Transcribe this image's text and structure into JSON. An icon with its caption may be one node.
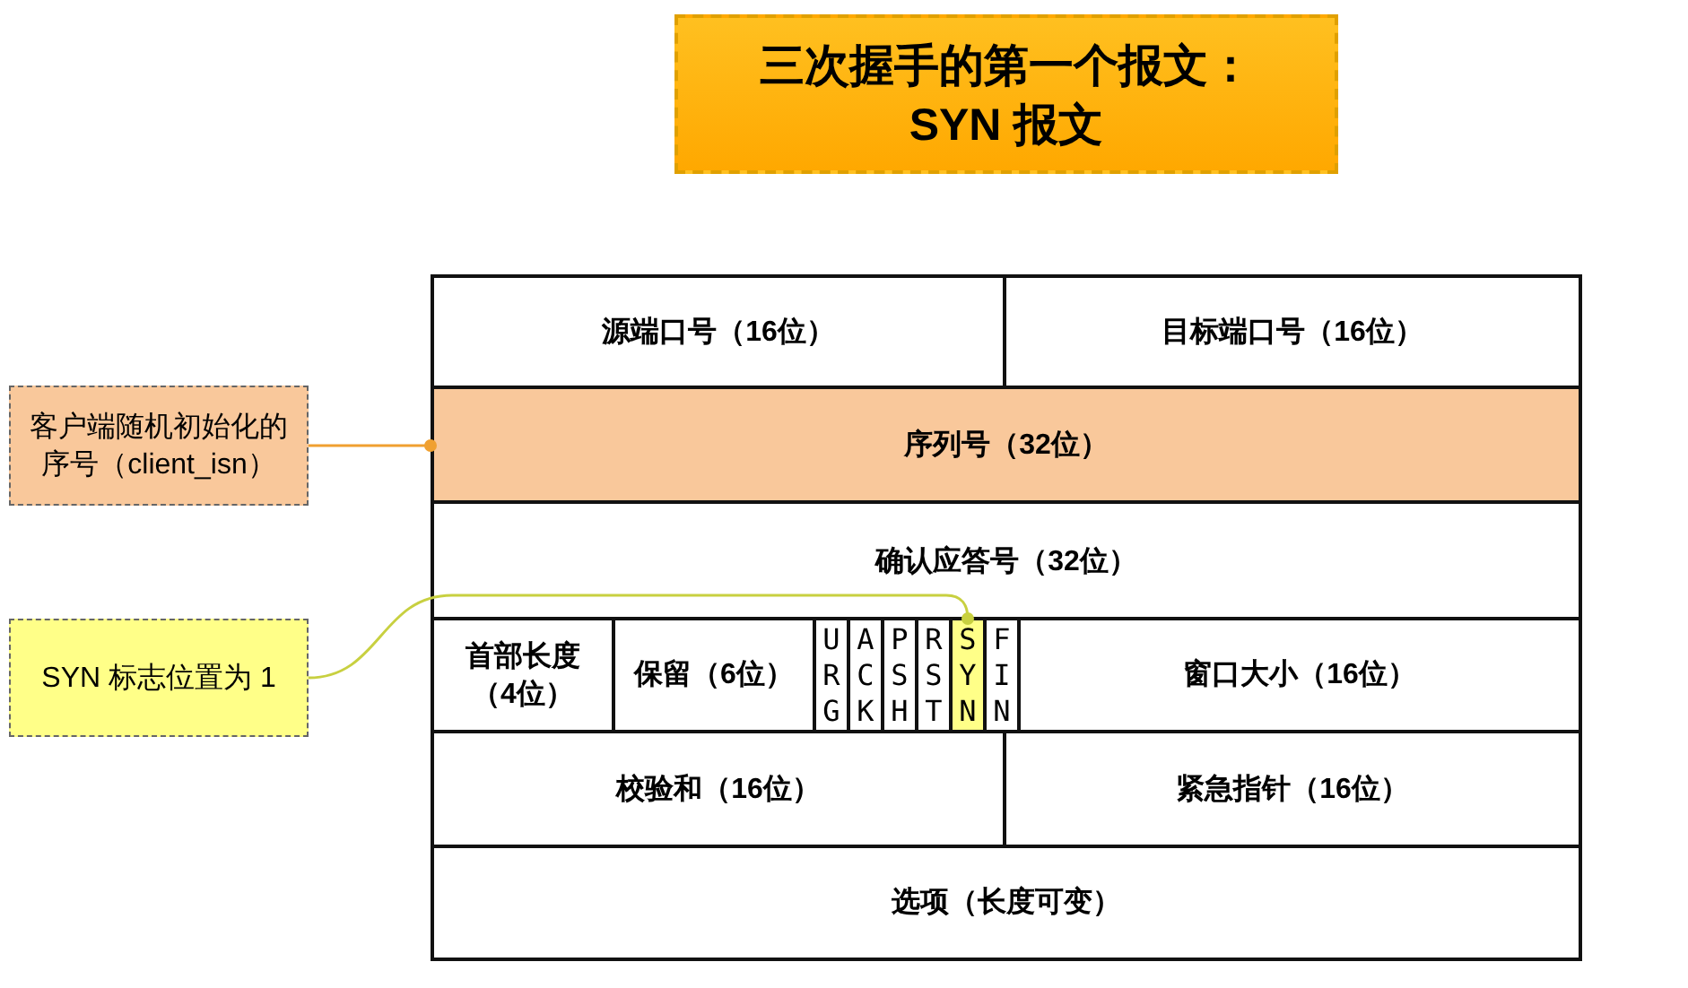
{
  "diagram": {
    "title": "三次握手的第一个报文：SYN 报文",
    "nodes": [
      {
        "text": [
          "客户端随机初始化的序号（client_isn）"
        ]
      },
      {
        "text": [
          "SYN 标志位置为 1"
        ]
      },
      {
        "text": [
          "源端口号（16位）"
        ]
      },
      {
        "text": [
          "目标端口号（16位）"
        ]
      },
      {
        "text": [
          "序列号（32位）"
        ]
      },
      {
        "text": [
          "确认应答号（32位）"
        ]
      },
      {
        "text": [
          "首部长度（4位）"
        ]
      },
      {
        "text": [
          "保留（6位）"
        ]
      },
      {
        "text": [
          "URG"
        ]
      },
      {
        "text": [
          "ACK"
        ]
      },
      {
        "text": [
          "PSH"
        ]
      },
      {
        "text": [
          "RST"
        ]
      },
      {
        "text": [
          "SYN"
        ]
      },
      {
        "text": [
          "FIN"
        ]
      },
      {
        "text": [
          "窗口大小（16位）"
        ]
      },
      {
        "text": [
          "校验和（16位）"
        ]
      },
      {
        "text": [
          "紧急指针（16位）"
        ]
      },
      {
        "text": [
          "选项（长度可变）"
        ]
      }
    ],
    "edges": [
      {
        "from": 0,
        "to": 4,
        "arrow": "other",
        "color": "#f0a030"
      },
      {
        "from": 1,
        "to": 12,
        "arrow": "other",
        "color": "#c8d040"
      }
    ]
  }
}
